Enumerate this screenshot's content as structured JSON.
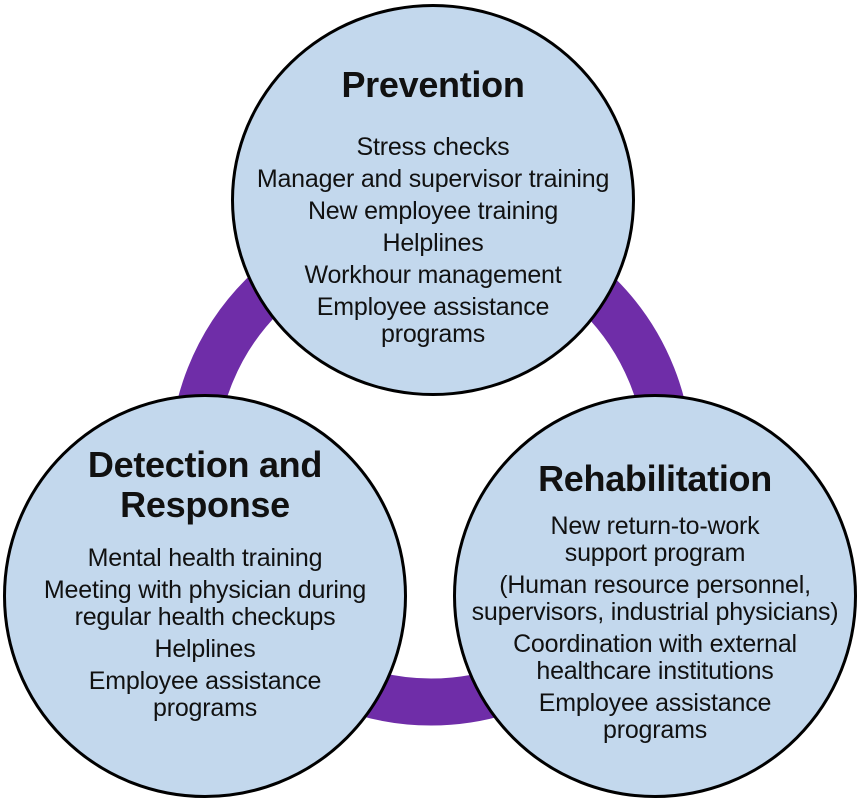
{
  "diagram": {
    "colors": {
      "ring": "#6f2da8",
      "circle_fill": "#c3d8ed",
      "circle_border": "#000000",
      "text": "#111111"
    },
    "circles": [
      {
        "key": "prevention",
        "title": "Prevention",
        "items": [
          "Stress checks",
          "Manager and supervisor training",
          "New employee training",
          "Helplines",
          "Workhour management",
          "Employee assistance\nprograms"
        ]
      },
      {
        "key": "detection-response",
        "title": "Detection and\nResponse",
        "items": [
          "Mental health training",
          "Meeting with physician during\nregular health checkups",
          "Helplines",
          "Employee assistance\nprograms"
        ]
      },
      {
        "key": "rehabilitation",
        "title": "Rehabilitation",
        "items": [
          "New return-to-work\nsupport program",
          "(Human resource personnel,\nsupervisors, industrial physicians)",
          "Coordination with external\nhealthcare institutions",
          "Employee assistance\nprograms"
        ]
      }
    ]
  }
}
